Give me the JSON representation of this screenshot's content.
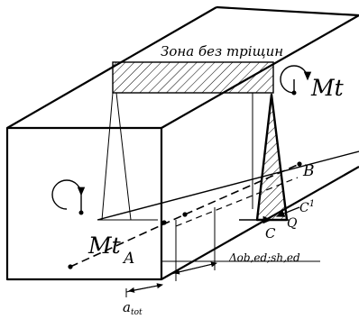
{
  "labels": {
    "zone": "Зона без тріщин",
    "moment_top": "Mt",
    "moment_bottom": "Mt",
    "point_a": "A",
    "point_b": "B",
    "point_c": "C",
    "point_c1": "C",
    "point_c1_sup": "1",
    "point_q": "Q",
    "delta": "Δob,ed;sh,ed",
    "a_tot": "a",
    "a_tot_sub": "tot"
  }
}
